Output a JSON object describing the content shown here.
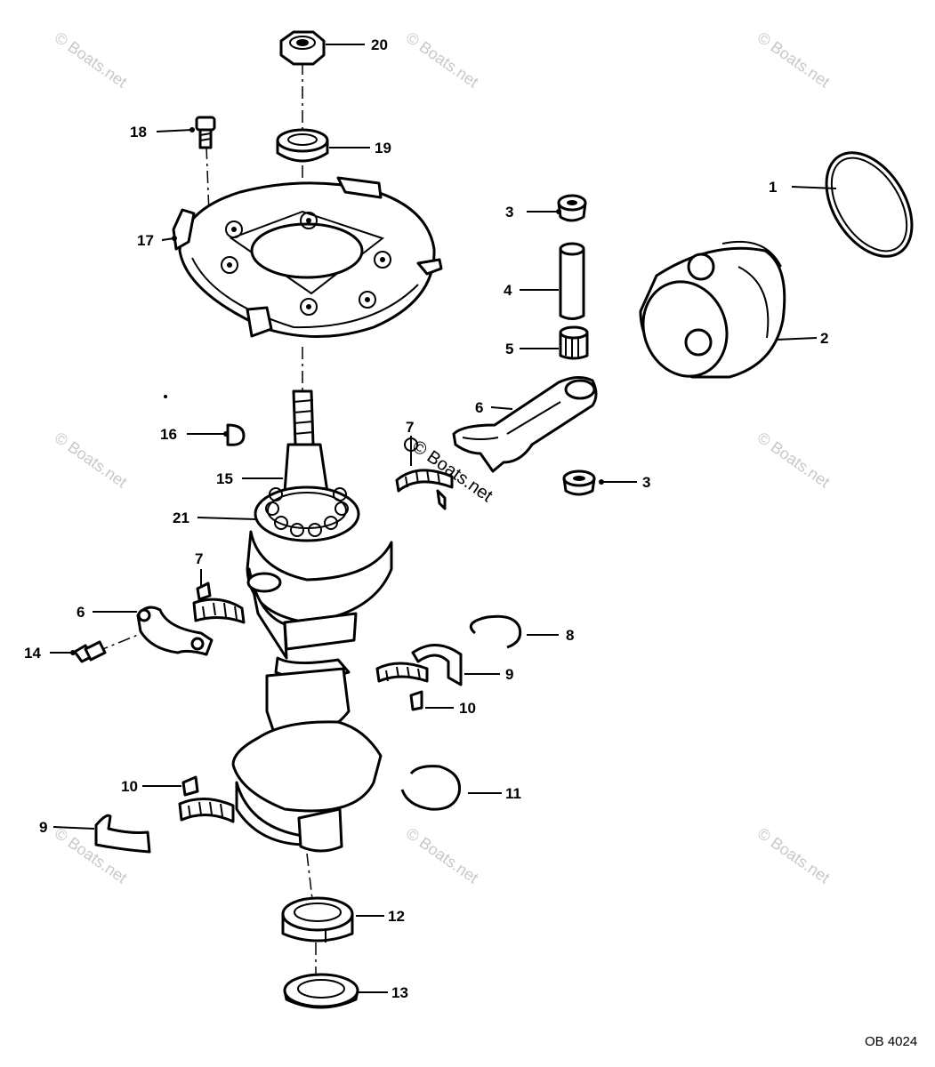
{
  "diagram_code": "OB 4024",
  "watermark": "© Boats.net",
  "callouts": {
    "c1": "1",
    "c2": "2",
    "c3a": "3",
    "c3b": "3",
    "c4": "4",
    "c5": "5",
    "c6a": "6",
    "c6b": "6",
    "c7a": "7",
    "c7b": "7",
    "c8": "8",
    "c9a": "9",
    "c9b": "9",
    "c10a": "10",
    "c10b": "10",
    "c11": "11",
    "c12": "12",
    "c13": "13",
    "c14": "14",
    "c15": "15",
    "c16": "16",
    "c17": "17",
    "c18": "18",
    "c19": "19",
    "c20": "20",
    "c21": "21"
  }
}
